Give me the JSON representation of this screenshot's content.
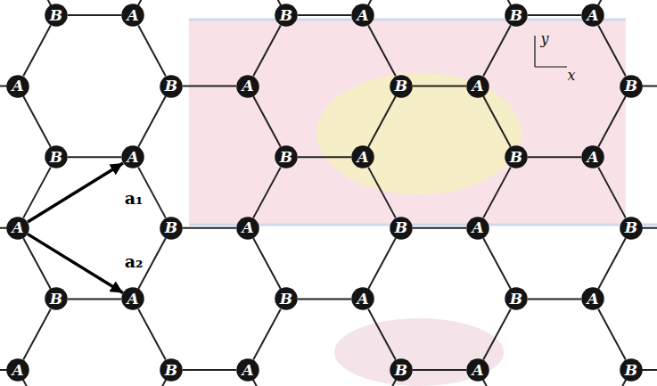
{
  "diagram": {
    "nodes": [
      {
        "text": [
          "B"
        ]
      },
      {
        "text": [
          "A"
        ]
      },
      {
        "text": [
          "B"
        ]
      },
      {
        "text": [
          "A"
        ]
      },
      {
        "text": [
          "B"
        ]
      },
      {
        "text": [
          "A"
        ]
      },
      {
        "text": [
          "A"
        ]
      },
      {
        "text": [
          "B"
        ]
      },
      {
        "text": [
          "A"
        ]
      },
      {
        "text": [
          "B"
        ]
      },
      {
        "text": [
          "A"
        ]
      },
      {
        "text": [
          "B"
        ]
      },
      {
        "text": [
          "B"
        ]
      },
      {
        "text": [
          "A"
        ]
      },
      {
        "text": [
          "B"
        ]
      },
      {
        "text": [
          "A"
        ]
      },
      {
        "text": [
          "B"
        ]
      },
      {
        "text": [
          "A"
        ]
      },
      {
        "text": [
          "A"
        ]
      },
      {
        "text": [
          "B"
        ]
      },
      {
        "text": [
          "A"
        ]
      },
      {
        "text": [
          "B"
        ]
      },
      {
        "text": [
          "A"
        ]
      },
      {
        "text": [
          "B"
        ]
      },
      {
        "text": [
          "B"
        ]
      },
      {
        "text": [
          "A"
        ]
      },
      {
        "text": [
          "B"
        ]
      },
      {
        "text": [
          "A"
        ]
      },
      {
        "text": [
          "B"
        ]
      },
      {
        "text": [
          "A"
        ]
      },
      {
        "text": [
          "A"
        ]
      },
      {
        "text": [
          "B"
        ]
      },
      {
        "text": [
          "A"
        ]
      },
      {
        "text": [
          "B"
        ]
      },
      {
        "text": [
          "A"
        ]
      },
      {
        "text": [
          "B"
        ]
      }
    ],
    "edges": [
      {
        "from": 0,
        "to": 1,
        "arrow": "none"
      },
      {
        "from": 2,
        "to": 3,
        "arrow": "none"
      },
      {
        "from": 4,
        "to": 5,
        "arrow": "none"
      },
      {
        "from": 7,
        "to": 8,
        "arrow": "none"
      },
      {
        "from": 9,
        "to": 10,
        "arrow": "none"
      },
      {
        "from": 12,
        "to": 13,
        "arrow": "none"
      },
      {
        "from": 14,
        "to": 15,
        "arrow": "none"
      },
      {
        "from": 16,
        "to": 17,
        "arrow": "none"
      },
      {
        "from": 19,
        "to": 20,
        "arrow": "none"
      },
      {
        "from": 21,
        "to": 22,
        "arrow": "none"
      },
      {
        "from": 24,
        "to": 25,
        "arrow": "none"
      },
      {
        "from": 26,
        "to": 27,
        "arrow": "none"
      },
      {
        "from": 28,
        "to": 29,
        "arrow": "none"
      },
      {
        "from": 31,
        "to": 32,
        "arrow": "none"
      },
      {
        "from": 33,
        "to": 34,
        "arrow": "none"
      },
      {
        "from": 0,
        "to": 6,
        "arrow": "none"
      },
      {
        "from": 1,
        "to": 7,
        "arrow": "none"
      },
      {
        "from": 2,
        "to": 8,
        "arrow": "none"
      },
      {
        "from": 3,
        "to": 9,
        "arrow": "none"
      },
      {
        "from": 4,
        "to": 10,
        "arrow": "none"
      },
      {
        "from": 5,
        "to": 11,
        "arrow": "none"
      },
      {
        "from": 6,
        "to": 12,
        "arrow": "none"
      },
      {
        "from": 7,
        "to": 13,
        "arrow": "none"
      },
      {
        "from": 8,
        "to": 14,
        "arrow": "none"
      },
      {
        "from": 9,
        "to": 15,
        "arrow": "none"
      },
      {
        "from": 10,
        "to": 16,
        "arrow": "none"
      },
      {
        "from": 11,
        "to": 17,
        "arrow": "none"
      },
      {
        "from": 12,
        "to": 18,
        "arrow": "none"
      },
      {
        "from": 13,
        "to": 19,
        "arrow": "none"
      },
      {
        "from": 14,
        "to": 20,
        "arrow": "none"
      },
      {
        "from": 15,
        "to": 21,
        "arrow": "none"
      },
      {
        "from": 16,
        "to": 22,
        "arrow": "none"
      },
      {
        "from": 17,
        "to": 23,
        "arrow": "none"
      },
      {
        "from": 18,
        "to": 24,
        "arrow": "none"
      },
      {
        "from": 19,
        "to": 25,
        "arrow": "none"
      },
      {
        "from": 20,
        "to": 26,
        "arrow": "none"
      },
      {
        "from": 21,
        "to": 27,
        "arrow": "none"
      },
      {
        "from": 22,
        "to": 28,
        "arrow": "none"
      },
      {
        "from": 23,
        "to": 29,
        "arrow": "none"
      },
      {
        "from": 24,
        "to": 30,
        "arrow": "none"
      },
      {
        "from": 25,
        "to": 31,
        "arrow": "none"
      },
      {
        "from": 26,
        "to": 32,
        "arrow": "none"
      },
      {
        "from": 27,
        "to": 33,
        "arrow": "none"
      },
      {
        "from": 28,
        "to": 34,
        "arrow": "none"
      },
      {
        "from": 29,
        "to": 35,
        "arrow": "none"
      },
      {
        "from": 18,
        "to": 13,
        "arrow": "to",
        "label": "a₁"
      },
      {
        "from": 18,
        "to": 25,
        "arrow": "to",
        "label": "a₂"
      }
    ],
    "labels": [
      "y",
      "x"
    ]
  }
}
